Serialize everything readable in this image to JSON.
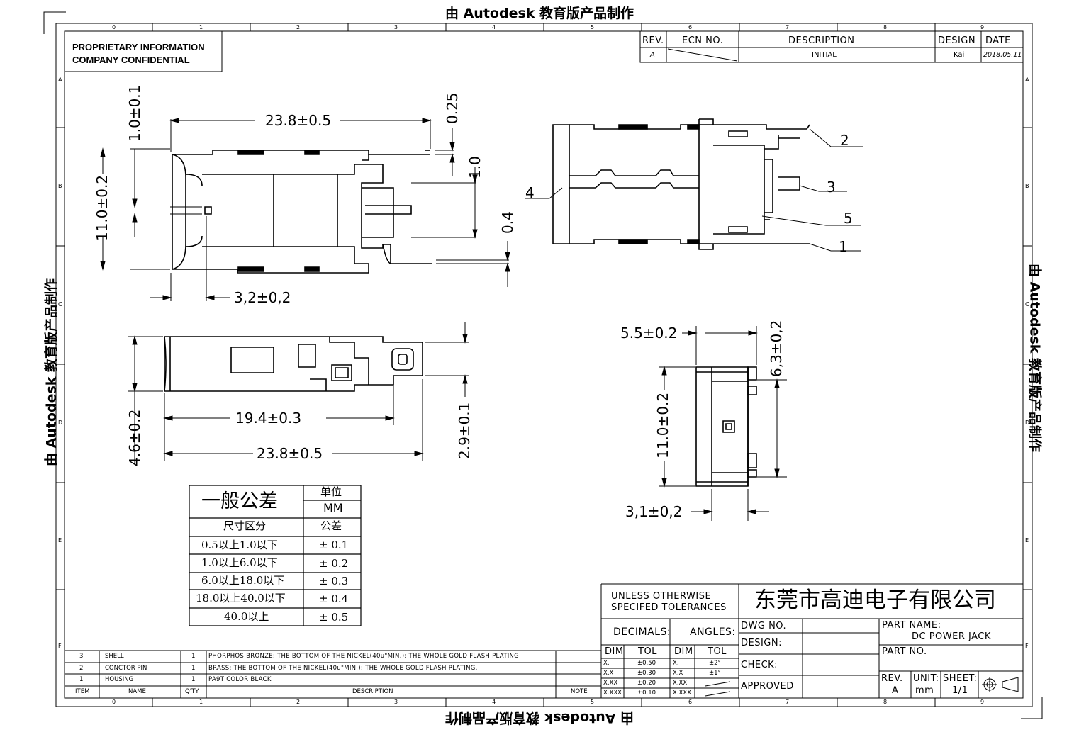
{
  "watermark": "由 Autodesk 教育版产品制作",
  "proprietary": {
    "line1": "PROPRIETARY INFORMATION",
    "line2": "COMPANY CONFIDENTIAL"
  },
  "zones": {
    "columns": [
      "0",
      "1",
      "2",
      "3",
      "4",
      "5",
      "6",
      "7",
      "8",
      "9"
    ],
    "rows": [
      "A",
      "B",
      "C",
      "D",
      "E",
      "F"
    ]
  },
  "revision_block": {
    "headers": {
      "rev": "REV.",
      "ecn": "ECN  NO.",
      "description": "DESCRIPTION",
      "design": "DESIGN",
      "date": "DATE"
    },
    "row": {
      "rev": "A",
      "description": "INITIAL",
      "design": "Kai",
      "date": "2018.05.11"
    }
  },
  "dimensions": {
    "top_left": {
      "d1": "23.8±0.5",
      "d2": "1.0±0.1",
      "d3": "11.0±0.2",
      "d4": "3,2±0,2",
      "d5": "0.25",
      "d6": "1.0",
      "d7": "0.4"
    },
    "side": {
      "d1": "19.4±0.3",
      "d2": "23.8±0.5",
      "d3": "4.6±0.2",
      "d4": "2.9±0.1"
    },
    "end": {
      "d1": "5.5±0.2",
      "d2": "6,3±0,2",
      "d3": "11.0±0.2",
      "d4": "3,1±0,2"
    }
  },
  "callouts": [
    "1",
    "2",
    "3",
    "4",
    "5"
  ],
  "tolerance_table": {
    "title": "一般公差",
    "unit_label": "单位",
    "unit": "MM",
    "col1": "尺寸区分",
    "col2": "公差",
    "rows": [
      {
        "range": "0.5以上1.0以下",
        "tol": "± 0.1"
      },
      {
        "range": "1.0以上6.0以下",
        "tol": "± 0.2"
      },
      {
        "range": "6.0以上18.0以下",
        "tol": "± 0.3"
      },
      {
        "range": "18.0以上40.0以下",
        "tol": "± 0.4"
      },
      {
        "range": "40.0以上",
        "tol": "± 0.5"
      }
    ]
  },
  "bom": {
    "headers": {
      "item": "ITEM",
      "name": "NAME",
      "qty": "Q'TY",
      "description": "DESCRIPTION",
      "note": "NOTE"
    },
    "rows": [
      {
        "item": "3",
        "name": "SHELL",
        "qty": "1",
        "description": "PHORPHOS BRONZE; THE BOTTOM OF THE NICKEL(40u\"MIN.); THE WHOLE GOLD FLASH PLATING."
      },
      {
        "item": "2",
        "name": "CONCTOR PIN",
        "qty": "1",
        "description": "BRASS; THE BOTTOM OF THE NICKEL(40u\"MIN.); THE WHOLE GOLD FLASH PLATING."
      },
      {
        "item": "1",
        "name": "HOUSING",
        "qty": "1",
        "description": "PA9T   COLOR BLACK"
      }
    ]
  },
  "tolerances": {
    "unless": "UNLESS  OTHERWISE",
    "specified": "SPECIFED  TOLERANCES",
    "decimals": "DECIMALS:",
    "angles": "ANGLES:",
    "dim": "DIM",
    "tol": "TOL",
    "decimal_rows": [
      {
        "dim": "X.",
        "tol": "±0.50"
      },
      {
        "dim": "X.X",
        "tol": "±0.30"
      },
      {
        "dim": "X.XX",
        "tol": "±0.20"
      },
      {
        "dim": "X.XXX",
        "tol": "±0.10"
      }
    ],
    "angle_rows": [
      {
        "dim": "X.",
        "tol": "±2°"
      },
      {
        "dim": "X.X",
        "tol": "±1°"
      },
      {
        "dim": "X.XX",
        "tol": ""
      },
      {
        "dim": "X.XXX",
        "tol": ""
      }
    ]
  },
  "title_block": {
    "company": "东莞市高迪电子有限公司",
    "dwg_no": "DWG  NO.",
    "design": "DESIGN:",
    "check": "CHECK:",
    "approved": "APPROVED",
    "part_name_label": "PART  NAME:",
    "part_name": "DC  POWER  JACK",
    "part_no": "PART  NO.",
    "rev_label": "REV.",
    "rev": "A",
    "unit_label": "UNIT:",
    "unit": "mm",
    "sheet_label": "SHEET:",
    "sheet": "1/1"
  }
}
